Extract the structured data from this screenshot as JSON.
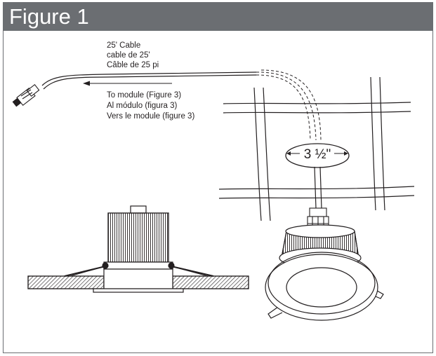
{
  "figure": {
    "title": "Figure 1"
  },
  "cable_label": {
    "en": "25' Cable",
    "es": "cable de 25'",
    "fr": "Câble de 25 pi"
  },
  "module_label": {
    "en": "To module (Figure 3)",
    "es": "Al módulo (figura 3)",
    "fr": "Vers le module (figure 3)"
  },
  "cutout_dimension": "3 ½\"",
  "colors": {
    "header": "#6b6e72",
    "line": "#231f20",
    "background": "#ffffff"
  }
}
